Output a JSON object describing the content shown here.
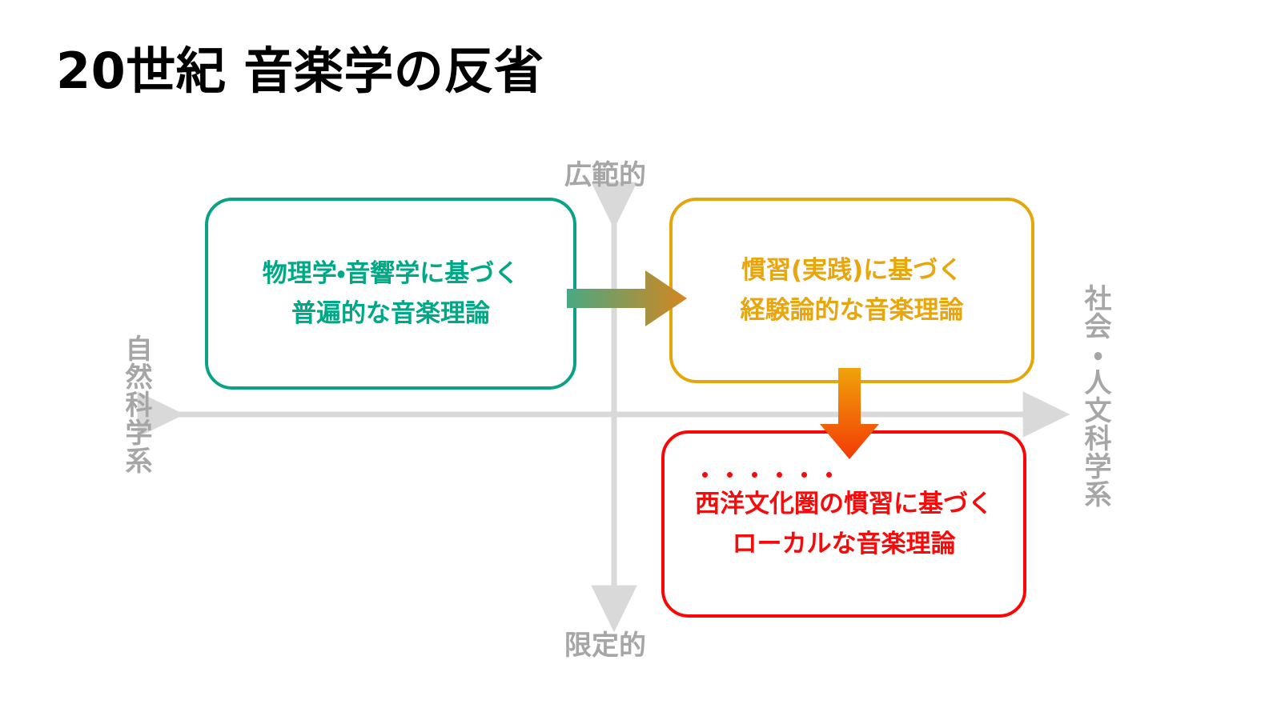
{
  "slide": {
    "title": "20世紀 音楽学の反省",
    "background_color": "#ffffff"
  },
  "axes": {
    "vertical": {
      "top_label": "広範的",
      "bottom_label": "限定的",
      "color": "#d9d9d9",
      "label_color": "#a6a6a6"
    },
    "horizontal": {
      "left_label": "自然科学系",
      "right_label": "社会・人文科学系",
      "color": "#d9d9d9",
      "label_color": "#a6a6a6"
    }
  },
  "boxes": [
    {
      "id": "green",
      "quadrant": "top-left",
      "line1": "物理学・音響学に基づく",
      "line2": "普遍的な音楽理論",
      "border_color": "#0aa287",
      "text_color": "#00a885",
      "emphasis_dots": 0
    },
    {
      "id": "orange",
      "quadrant": "top-right",
      "line1": "慣習(実践)に基づく",
      "line2": "経験論的な音楽理論",
      "border_color": "#e5a60b",
      "text_color": "#e8a50c",
      "emphasis_dots": 0
    },
    {
      "id": "red",
      "quadrant": "bottom-right",
      "line1": "西洋文化圏の慣習に基づく",
      "line2": "ローカルな音楽理論",
      "border_color": "#fb0606",
      "text_color": "#f60a0a",
      "emphasis_dots": 6
    }
  ],
  "arrows": [
    {
      "id": "green-to-orange",
      "direction": "right",
      "from_color": "#4aa883",
      "to_color": "#d4861f"
    },
    {
      "id": "orange-to-red",
      "direction": "down",
      "from_color": "#f0a30a",
      "to_color": "#f23a06"
    }
  ]
}
